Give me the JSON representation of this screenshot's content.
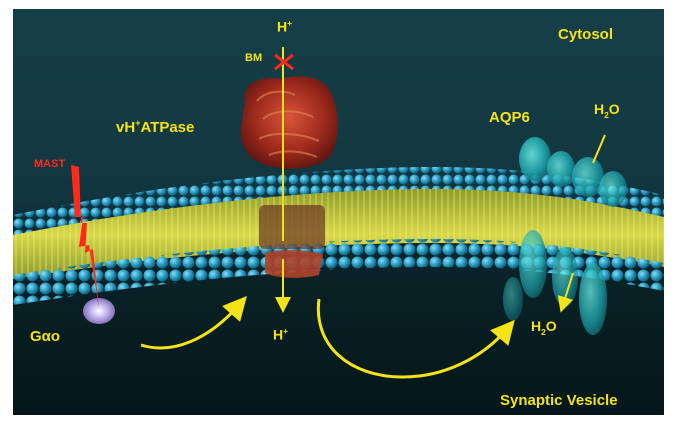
{
  "diagram": {
    "labels": {
      "cytosol": "Cytosol",
      "synaptic_vesicle": "Synaptic Vesicle",
      "vhatpase_pre": "vH",
      "vhatpase_sup": "+",
      "vhatpase_post": "ATPase",
      "aqp6": "AQP6",
      "mast": "MAST",
      "bm": "BM",
      "galpha_o": "Gαo",
      "proton_top_base": "H",
      "proton_top_sup": "+",
      "proton_bottom_base": "H",
      "proton_bottom_sup": "+",
      "water_top_base": "H",
      "water_top_sub": "2",
      "water_top_post": "O",
      "water_bottom_base": "H",
      "water_bottom_sub": "2",
      "water_bottom_post": "O"
    },
    "colors": {
      "label_yellow": "#f5e31a",
      "inhibitor_red": "#ff2a1a",
      "background_cytosol": "#163f47",
      "background_vesicle": "#041619",
      "membrane_headgroup": "#2ea7cf",
      "membrane_core": "#c9cf3c"
    }
  }
}
